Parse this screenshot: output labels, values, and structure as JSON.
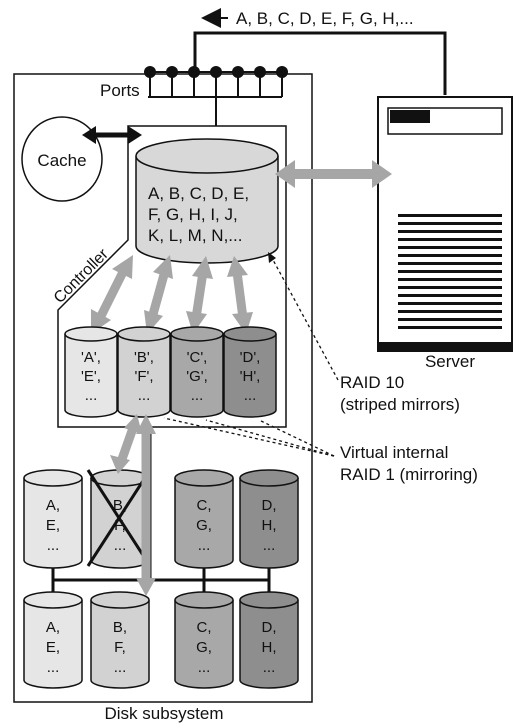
{
  "top_label": "A, B, C, D, E, F, G, H,...",
  "ports_label": "Ports",
  "cache_label": "Cache",
  "controller_label": "Controller",
  "cache_disk_lines": [
    "A, B, C, D, E,",
    "F, G, H, I, J,",
    "K, L, M, N,..."
  ],
  "server_label": "Server",
  "raid10_lines": [
    "RAID 10",
    "(striped mirrors)"
  ],
  "raid1_lines": [
    "Virtual internal",
    "RAID 1 (mirroring)"
  ],
  "virtual_disks": [
    {
      "lines": [
        "'A',",
        "'E',",
        "..."
      ]
    },
    {
      "lines": [
        "'B',",
        "'F',",
        "..."
      ]
    },
    {
      "lines": [
        "'C',",
        "'G',",
        "..."
      ]
    },
    {
      "lines": [
        "'D',",
        "'H',",
        "..."
      ]
    }
  ],
  "physical_row1": [
    {
      "lines": [
        "A,",
        "E,",
        "..."
      ]
    },
    {
      "lines": [
        "B,",
        "F,",
        "..."
      ],
      "failed": true
    },
    {
      "lines": [
        "C,",
        "G,",
        "..."
      ]
    },
    {
      "lines": [
        "D,",
        "H,",
        "..."
      ]
    }
  ],
  "physical_row2": [
    {
      "lines": [
        "A,",
        "E,",
        "..."
      ]
    },
    {
      "lines": [
        "B,",
        "F,",
        "..."
      ]
    },
    {
      "lines": [
        "C,",
        "G,",
        "..."
      ]
    },
    {
      "lines": [
        "D,",
        "H,",
        "..."
      ]
    }
  ],
  "subsystem_label": "Disk subsystem",
  "colors": {
    "light_disk": "#e6e6e6",
    "mid_disk": "#d2d2d2",
    "dark_disk": "#a8a8a8",
    "darker_disk": "#8e8e8e",
    "arrow_gray": "#a6a6a6",
    "stroke": "#111111"
  }
}
